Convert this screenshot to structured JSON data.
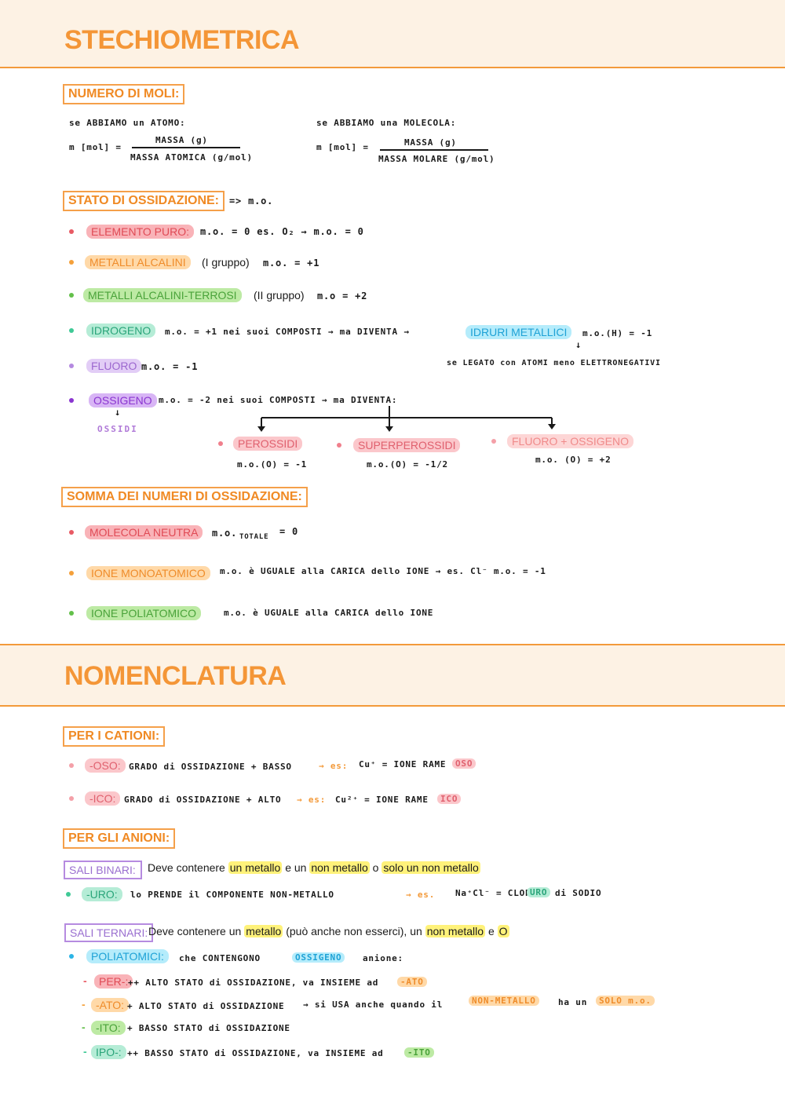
{
  "sections": {
    "stechiometrica": {
      "title": "STECHIOMETRICA"
    },
    "nomenclatura": {
      "title": "NOMENCLATURA"
    }
  },
  "moli": {
    "heading": "NUMERO DI MOLI:",
    "atomo_label": "se ABBIAMO un ATOMO:",
    "atomo_lhs": "m [mol] =",
    "atomo_num": "MASSA (g)",
    "atomo_den": "MASSA ATOMICA (g/mol)",
    "molecola_label": "se ABBIAMO una MOLECOLA:",
    "molecola_lhs": "m [mol] =",
    "molecola_num": "MASSA (g)",
    "molecola_den": "MASSA MOLARE (g/mol)"
  },
  "ossidazione": {
    "heading": "STATO DI OSSIDAZIONE:",
    "abbr": "=> m.o.",
    "items": [
      {
        "label": "ELEMENTO PURO:",
        "text": "m.o. = 0   es. O₂ → m.o. = 0"
      },
      {
        "label": "METALLI ALCALINI",
        "extra": "(I gruppo)",
        "text": "m.o. = +1"
      },
      {
        "label": "METALLI ALCALINI-TERROSI",
        "extra": "(II gruppo)",
        "text": "m.o = +2"
      },
      {
        "label": "IDROGENO",
        "text": "m.o. = +1  nei suoi COMPOSTI → ma DIVENTA →",
        "target": "IDRURI METALLICI",
        "target_text": "m.o.(H) = -1",
        "note": "se LEGATO con ATOMI meno ELETTRONEGATIVI"
      },
      {
        "label": "FLUORO",
        "text": "m.o. = -1"
      },
      {
        "label": "OSSIGENO",
        "text": "m.o. = -2  nei suoi COMPOSTI → ma DIVENTA:",
        "sub": "OSSIDI"
      }
    ],
    "branches": [
      {
        "label": "PEROSSIDI",
        "value": "m.o.(O) = -1"
      },
      {
        "label": "SUPERPEROSSIDI",
        "value": "m.o.(O) = -1/2"
      },
      {
        "label": "FLUORO + OSSIGENO",
        "value": "m.o. (O) = +2"
      }
    ]
  },
  "somma": {
    "heading": "SOMMA DEI NUMERI DI OSSIDAZIONE:",
    "items": [
      {
        "label": "MOLECOLA NEUTRA",
        "text": "m.o.",
        "sub": "TOTALE",
        "tail": "= 0"
      },
      {
        "label": "IONE MONOATOMICO",
        "text": "m.o. è UGUALE alla CARICA dello IONE → es. Cl⁻ m.o. = -1"
      },
      {
        "label": "IONE POLIATOMICO",
        "text": "m.o. è UGUALE alla CARICA dello IONE"
      }
    ]
  },
  "cationi": {
    "heading": "PER I CATIONI:",
    "items": [
      {
        "label": "-OSO:",
        "text": "GRADO di OSSIDAZIONE + BASSO",
        "es": "→ es:",
        "formula": "Cu⁺ = IONE RAME",
        "suffix": "OSO"
      },
      {
        "label": "-ICO:",
        "text": "GRADO di OSSIDAZIONE + ALTO",
        "es": "→ es:",
        "formula": "Cu²⁺ = IONE RAME",
        "suffix": "ICO"
      }
    ]
  },
  "anioni": {
    "heading": "PER GLI ANIONI:",
    "binari_box": "SALI BINARI:",
    "binari_text": [
      "Deve contenere ",
      "un metallo",
      " e un ",
      "non metallo",
      " o ",
      "solo un non metallo"
    ],
    "uro_label": "-URO:",
    "uro_text": "lo PRENDE il COMPONENTE NON-METALLO",
    "uro_es": "→ es.",
    "uro_formula": "Na⁺Cl⁻ = CLOR",
    "uro_suffix": "URO",
    "uro_tail": "di SODIO",
    "ternari_box": "SALI TERNARI:",
    "ternari_text": [
      "Deve contenere un ",
      "metallo",
      " (può anche non esserci), un ",
      "non metallo",
      " e ",
      "O"
    ],
    "poli_label": "POLIATOMICI:",
    "poli_text": "che CONTENGONO",
    "poli_hl": "OSSIGENO",
    "poli_tail": "anione:",
    "suffixes": [
      {
        "label": "PER-:",
        "text": "++ ALTO STATO di OSSIDAZIONE, va INSIEME ad",
        "tag": "-ATO"
      },
      {
        "label": "-ATO:",
        "text": "+ ALTO STATO di OSSIDAZIONE",
        "more": "→ si USA anche quando il",
        "tag": "NON-METALLO",
        "more2": "ha un",
        "tag2": "SOLO m.o."
      },
      {
        "label": "-ITO:",
        "text": "+ BASSO STATO di OSSIDAZIONE"
      },
      {
        "label": "IPO-:",
        "text": "++ BASSO STATO di OSSIDAZIONE, va INSIEME ad",
        "tag": "-ITO"
      }
    ]
  }
}
